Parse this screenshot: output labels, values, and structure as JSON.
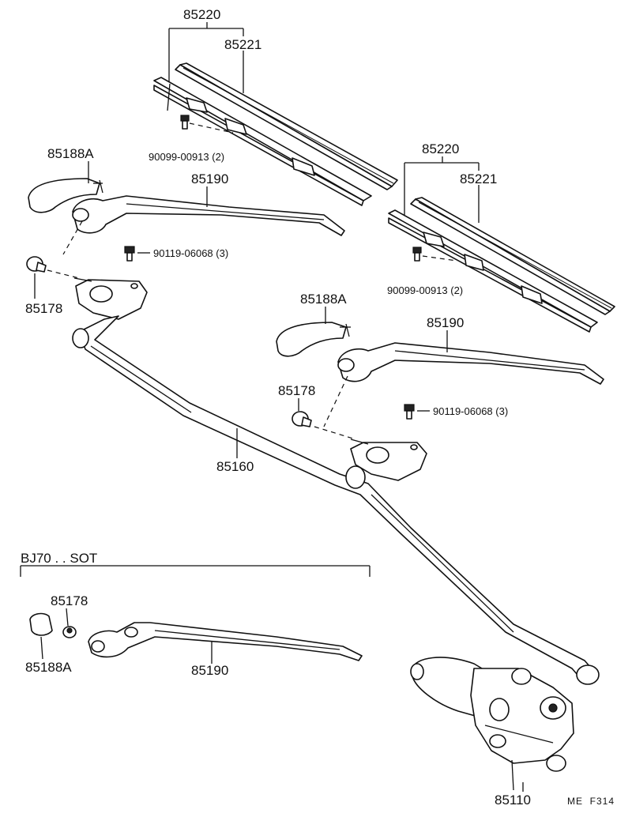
{
  "callouts": {
    "blade_set_top": "85220",
    "blade_rubber_top": "85221",
    "screw_top": "90099-00913 (2)",
    "cap_top": "85188A",
    "arm_top": "85190",
    "bolt_left": "90119-06068 (3)",
    "pivot_cap_left": "85178",
    "blade_set_right": "85220",
    "blade_rubber_right": "85221",
    "screw_right": "90099-00913 (2)",
    "cap_mid": "85188A",
    "arm_mid": "85190",
    "pivot_cap_mid": "85178",
    "bolt_right": "90119-06068 (3)",
    "link": "85160",
    "variant_cap_small": "85178",
    "variant_cap": "85188A",
    "variant_arm": "85190",
    "motor": "85110"
  },
  "variant_note": "BJ70 . . SOT",
  "figure_ref": "ME  F314"
}
